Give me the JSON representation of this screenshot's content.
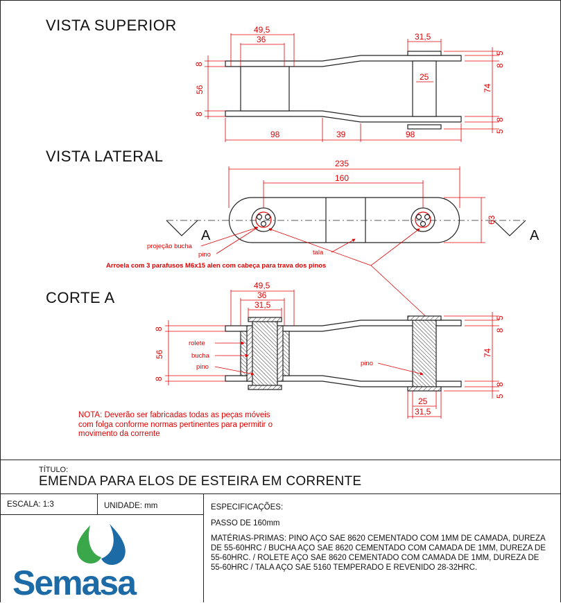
{
  "sections": {
    "top_view": "VISTA SUPERIOR",
    "side_view": "VISTA LATERAL",
    "section_cut": "CORTE A"
  },
  "dimensions": {
    "top": {
      "width_outer": "49,5",
      "width_inner": "36",
      "right_width": "31,5",
      "plate_5_top": "5",
      "plate_8_top_right": "8",
      "bushing_25": "25",
      "span_74": "74",
      "plate_8_bottom_right": "8",
      "plate_5_bottom": "5",
      "plate_8_left_top": "8",
      "span_56": "56",
      "plate_8_left_bottom": "8",
      "len_98_left": "98",
      "len_39": "39",
      "len_98_right": "98"
    },
    "side": {
      "overall_235": "235",
      "pitch_160": "160",
      "height_63": "63",
      "section_mark_left": "A",
      "section_mark_right": "A"
    },
    "section": {
      "width_outer": "49,5",
      "width_36": "36",
      "width_31_5": "31,5",
      "plate_8_top_left": "8",
      "span_56": "56",
      "plate_8_bottom_left": "8",
      "plate_5_top": "5",
      "plate_8_top_right": "8",
      "span_74": "74",
      "plate_8_bottom_right": "8",
      "plate_5_bottom": "5",
      "bottom_25": "25",
      "bottom_31_5": "31,5"
    }
  },
  "labels": {
    "projecao_bucha": "projeção bucha",
    "pino_side": "pino",
    "tala": "tala",
    "arruela_note": "Arroela com 3 parafusos M6x15 alen com cabeça para trava dos pinos",
    "rolete": "rolete",
    "bucha": "bucha",
    "pino_left": "pino",
    "pino_right": "pino"
  },
  "nota": "NOTA: Deverão ser fabricadas todas as peças móveis com folga conforme normas pertinentes para permitir o movimento da corrente",
  "title_block": {
    "title_label": "TÍTULO:",
    "title": "EMENDA PARA ELOS DE ESTEIRA EM CORRENTE",
    "escala": "ESCALA: 1:3",
    "unidade": "UNIDADE: mm",
    "spec_head": "ESPECIFICAÇÕES:",
    "passo": "PASSO DE 160mm",
    "materiais": "MATÉRIAS-PRIMAS: PINO AÇO SAE 8620 CEMENTADO COM 1MM DE CAMADA, DUREZA DE 55-60HRC / BUCHA AÇO SAE 8620 CEMENTADO COM CAMADA DE 1MM, DUREZA DE 55-60HRC. / ROLETE AÇO SAE 8620 CEMENTADO COM CAMADA DE 1MM, DUREZA DE 55-60HRC / TALA AÇO SAE 5160 TEMPERADO E REVENIDO 28-32HRC.",
    "logo_text": "Semasa"
  },
  "colors": {
    "dimension": "#e00000",
    "drawing": "#222222",
    "logo_blue": "#1c6aa6",
    "logo_green": "#3aa84a"
  }
}
